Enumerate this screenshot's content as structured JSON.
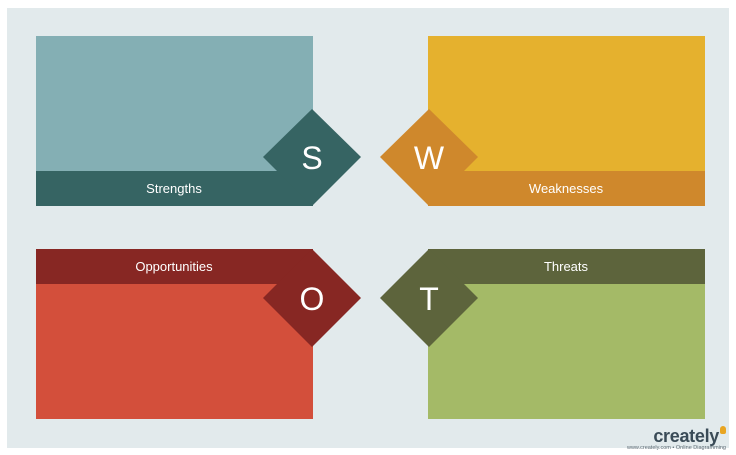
{
  "quadrants": {
    "strengths": {
      "label": "Strengths",
      "letter": "S",
      "body_color": "#84afb4",
      "band_color": "#366463"
    },
    "weaknesses": {
      "label": "Weaknesses",
      "letter": "W",
      "body_color": "#e5b12e",
      "band_color": "#cf882c"
    },
    "opportunities": {
      "label": "Opportunities",
      "letter": "O",
      "body_color": "#d34f3b",
      "band_color": "#872723"
    },
    "threats": {
      "label": "Threats",
      "letter": "T",
      "body_color": "#a4ba67",
      "band_color": "#5d643c"
    }
  },
  "branding": {
    "logo_text": "creately",
    "tagline": "www.creately.com • Online Diagramming"
  },
  "colors": {
    "background": "#e2eaec"
  }
}
